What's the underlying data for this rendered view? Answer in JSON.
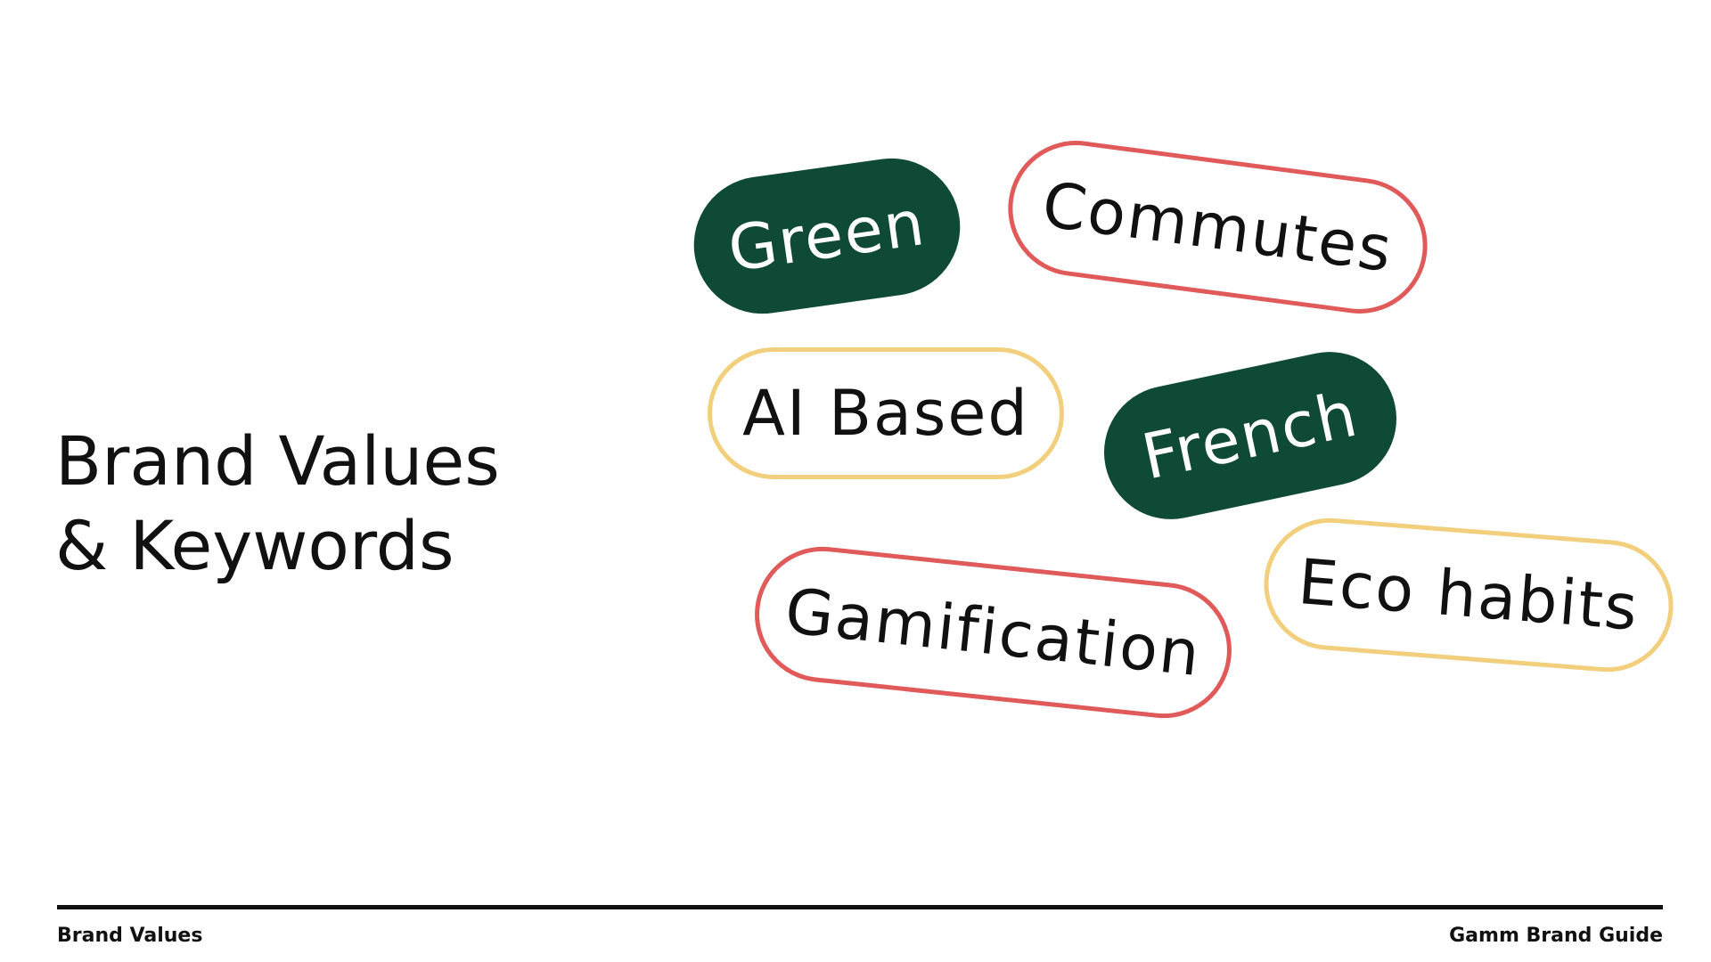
{
  "title": {
    "line1": "Brand Values",
    "line2": "& Keywords"
  },
  "colors": {
    "dark_green": "#0f4a36",
    "coral": "#e05a5a",
    "mustard": "#f2cf7c",
    "text": "#111111",
    "background": "#ffffff"
  },
  "keywords": [
    {
      "label": "Green",
      "style": "filled",
      "color": "#0f4a36"
    },
    {
      "label": "Commutes",
      "style": "outline",
      "color": "#e05a5a"
    },
    {
      "label": "AI Based",
      "style": "outline",
      "color": "#f2cf7c"
    },
    {
      "label": "French",
      "style": "filled",
      "color": "#0f4a36"
    },
    {
      "label": "Gamification",
      "style": "outline",
      "color": "#e05a5a"
    },
    {
      "label": "Eco habits",
      "style": "outline",
      "color": "#f2cf7c"
    }
  ],
  "footer": {
    "left": "Brand Values",
    "right": "Gamm Brand Guide"
  }
}
